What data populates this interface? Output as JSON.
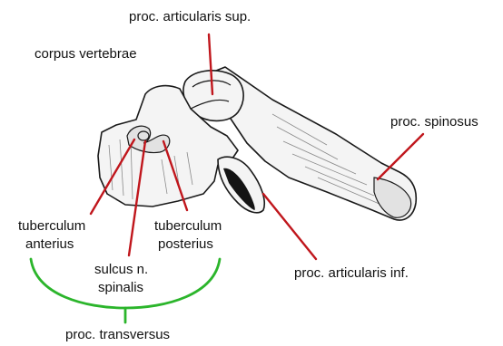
{
  "labels": {
    "proc_articularis_sup": "proc. articularis sup.",
    "corpus_vertebrae": "corpus vertebrae",
    "proc_spinosus": "proc. spinosus",
    "tuberculum_anterius_line1": "tuberculum",
    "tuberculum_anterius_line2": "anterius",
    "tuberculum_posterius_line1": "tuberculum",
    "tuberculum_posterius_line2": "posterius",
    "sulcus_line1": "sulcus n.",
    "sulcus_line2": "spinalis",
    "proc_articularis_inf": "proc. articularis inf.",
    "proc_transversus": "proc. transversus"
  },
  "colors": {
    "leader_line": "#c0161c",
    "bracket": "#2bb52b",
    "outline": "#1a1a1a",
    "bone_fill": "#f4f4f4"
  }
}
